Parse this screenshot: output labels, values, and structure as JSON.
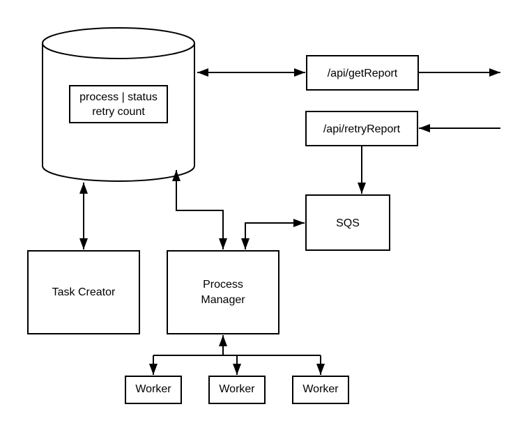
{
  "diagram": {
    "nodes": {
      "database": {
        "type": "cylinder",
        "inner_box": {
          "line1": "process | status",
          "line2": "retry count"
        }
      },
      "get_report": {
        "label": "/api/getReport"
      },
      "retry_report": {
        "label": "/api/retryReport"
      },
      "sqs": {
        "label": "SQS"
      },
      "task_creator": {
        "label": "Task Creator"
      },
      "process_manager": {
        "line1": "Process",
        "line2": "Manager"
      },
      "workers": [
        {
          "label": "Worker"
        },
        {
          "label": "Worker"
        },
        {
          "label": "Worker"
        }
      ]
    },
    "edges": [
      {
        "from": "database",
        "to": "get_report",
        "direction": "both"
      },
      {
        "from": "get_report",
        "to": "external",
        "direction": "forward"
      },
      {
        "from": "external",
        "to": "retry_report",
        "direction": "forward"
      },
      {
        "from": "retry_report",
        "to": "sqs",
        "direction": "forward"
      },
      {
        "from": "database",
        "to": "task_creator",
        "direction": "both"
      },
      {
        "from": "process_manager",
        "to": "database",
        "direction": "both"
      },
      {
        "from": "sqs",
        "to": "process_manager",
        "direction": "both"
      },
      {
        "from": "process_manager",
        "to": "workers",
        "direction": "both"
      }
    ],
    "colors": {
      "stroke": "#000000",
      "fill": "#ffffff"
    }
  }
}
